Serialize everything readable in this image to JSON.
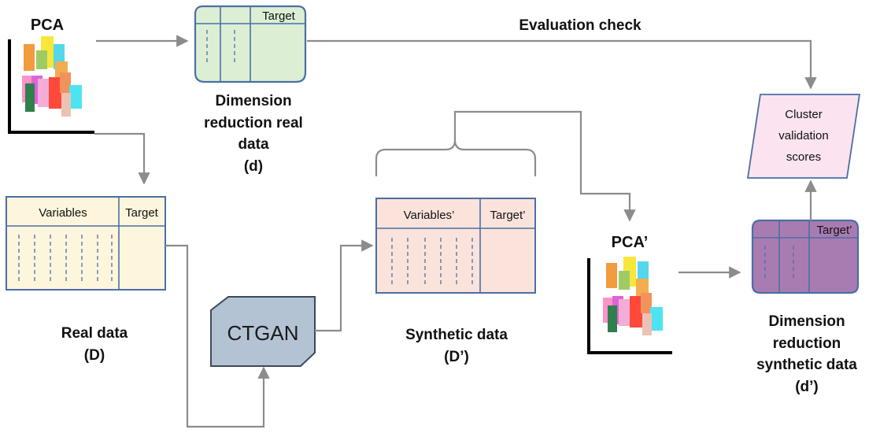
{
  "pca": {
    "title": "PCA"
  },
  "pca_prime": {
    "title": "PCA’"
  },
  "dim_real": {
    "header_target": "Target",
    "label": [
      "Dimension",
      "reduction real",
      "data",
      "(d)"
    ]
  },
  "evaluation": {
    "label": "Evaluation check"
  },
  "cluster": {
    "label": [
      "Cluster",
      "validation",
      "scores"
    ]
  },
  "real_data": {
    "header_variables": "Variables",
    "header_target": "Target",
    "label": [
      "Real data",
      "(D)"
    ]
  },
  "synthetic_data": {
    "header_variables": "Variables’",
    "header_target": "Target’",
    "label": [
      "Synthetic data",
      "(D’)"
    ]
  },
  "ctgan": {
    "label": "CTGAN"
  },
  "dim_synth": {
    "header_target": "Target’",
    "label": [
      "Dimension",
      "reduction",
      "synthetic data",
      "(d’)"
    ]
  },
  "colors": {
    "arrow": "#8c8c8c",
    "table_border": "#4a6fa5",
    "dim_real_fill": "#dcefd4",
    "real_data_fill": "#fdf5dc",
    "synthetic_fill": "#fbe3dc",
    "dim_synth_fill": "#a97cb1",
    "cluster_fill": "#fbe3ef",
    "ctgan_fill": "#b4c3d4"
  }
}
